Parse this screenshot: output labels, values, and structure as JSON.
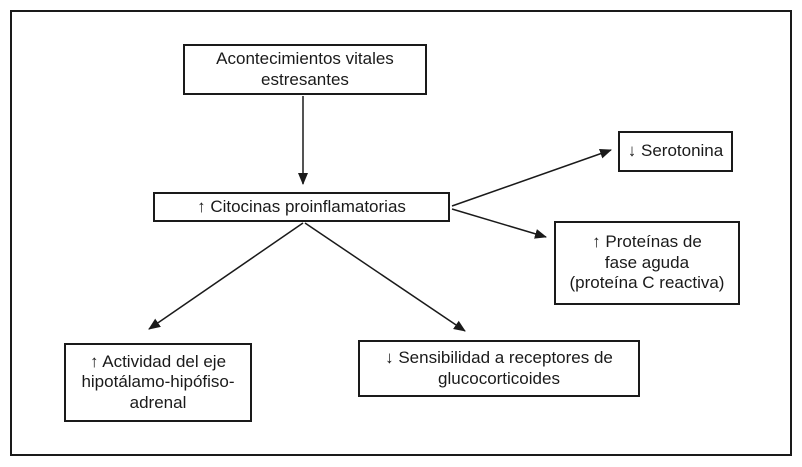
{
  "figure": {
    "background_color": "#ffffff",
    "ink_color": "#1a1a1a"
  },
  "diagram": {
    "nodes": {
      "stressful_events": {
        "label": "Acontecimientos vitales\nestresantes"
      },
      "cytokines": {
        "label": "↑ Citocinas proinflamatorias"
      },
      "serotonin": {
        "label": "↓ Serotonina"
      },
      "acute_phase": {
        "label": "↑ Proteínas de\nfase aguda\n(proteína C reactiva)"
      },
      "hpa_axis": {
        "label": "↑ Actividad del eje\nhipotálamo-hipófiso-\nadrenal"
      },
      "glucocorticoid": {
        "label": "↓ Sensibilidad a receptores de\nglucocorticoides"
      }
    },
    "edges": [
      {
        "from": "stressful_events",
        "to": "cytokines"
      },
      {
        "from": "cytokines",
        "to": "serotonin"
      },
      {
        "from": "cytokines",
        "to": "acute_phase"
      },
      {
        "from": "cytokines",
        "to": "hpa_axis"
      },
      {
        "from": "cytokines",
        "to": "glucocorticoid"
      }
    ]
  }
}
